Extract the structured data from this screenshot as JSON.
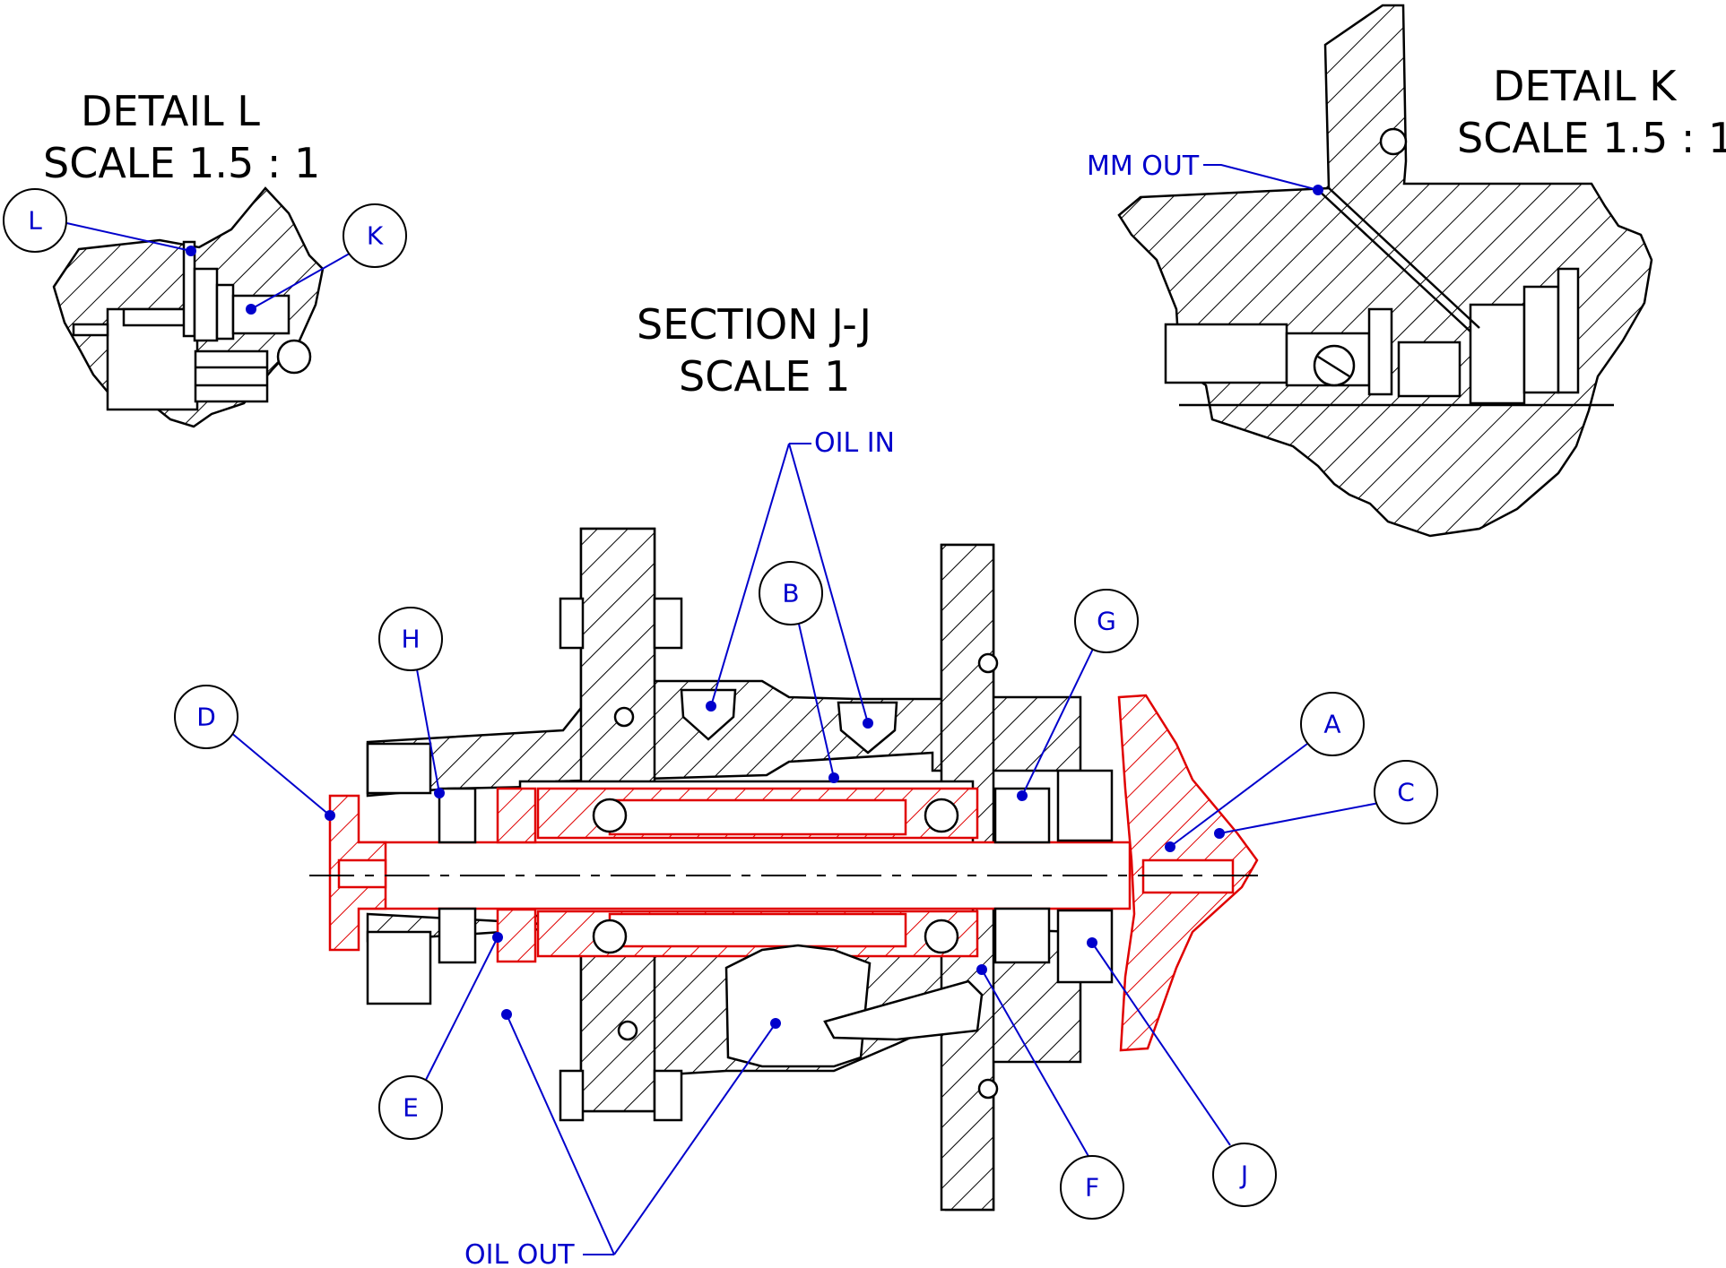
{
  "titles": {
    "detail_l": [
      "DETAIL  L",
      "SCALE 1.5 : 1"
    ],
    "detail_k": [
      "DETAIL  K",
      "SCALE 1.5 : 1"
    ],
    "section": [
      "SECTION J-J",
      "SCALE 1"
    ]
  },
  "notes": {
    "oil_in": "OIL IN",
    "oil_out": "OIL OUT",
    "mm_out": "MM OUT"
  },
  "callouts": [
    "A",
    "B",
    "C",
    "D",
    "E",
    "F",
    "G",
    "H",
    "J",
    "K",
    "L"
  ],
  "colors": {
    "outline": "#000000",
    "rotating_parts": "#e00000",
    "annotations": "#0000cc"
  }
}
